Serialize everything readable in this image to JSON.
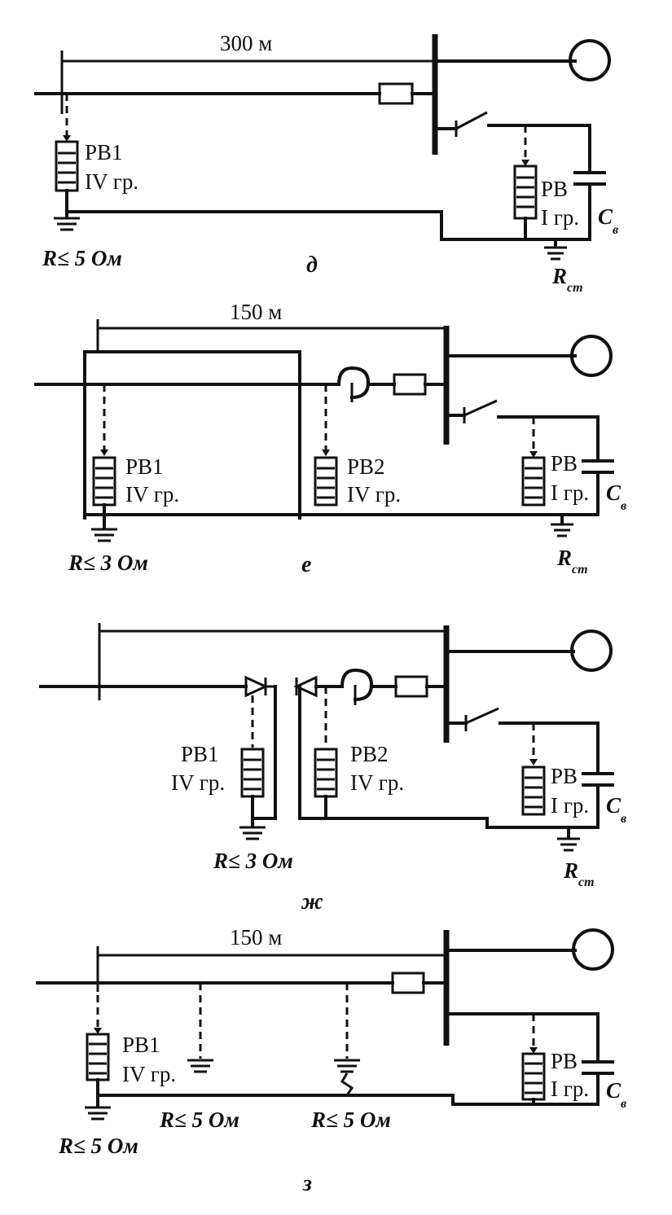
{
  "panels": [
    {
      "id": "d",
      "letter": "д",
      "distance": "300 м",
      "arresters": [
        {
          "name": "РВ1",
          "group": "IV гр.",
          "r": "R≤ 5 Ом"
        }
      ],
      "station_arrester": {
        "name": "РВ",
        "group": "I гр."
      },
      "capacitor": "C",
      "capacitor_sub": "в",
      "station_ground": "R",
      "station_ground_sub": "ст"
    },
    {
      "id": "e",
      "letter": "е",
      "distance": "150 м",
      "arresters": [
        {
          "name": "РВ1",
          "group": "IV гр.",
          "r": "R≤ 3 Ом"
        },
        {
          "name": "РВ2",
          "group": "IV гр."
        }
      ],
      "station_arrester": {
        "name": "РВ",
        "group": "I гр."
      },
      "capacitor": "C",
      "capacitor_sub": "в",
      "station_ground": "R",
      "station_ground_sub": "ст"
    },
    {
      "id": "zh",
      "letter": "ж",
      "arresters": [
        {
          "name": "РВ1",
          "group": "IV гр.",
          "r": "R≤ 3 Ом"
        },
        {
          "name": "РВ2",
          "group": "IV гр."
        }
      ],
      "station_arrester": {
        "name": "РВ",
        "group": "I гр."
      },
      "capacitor": "C",
      "capacitor_sub": "в",
      "station_ground": "R",
      "station_ground_sub": "ст"
    },
    {
      "id": "z",
      "letter": "з",
      "distance": "150 м",
      "arresters": [
        {
          "name": "РВ1",
          "group": "IV гр.",
          "r": "R≤ 5 Ом"
        }
      ],
      "extra_grounds": [
        "R≤ 5 Ом",
        "R≤ 5 Ом"
      ],
      "station_arrester": {
        "name": "РВ",
        "group": "I гр."
      },
      "capacitor": "C",
      "capacitor_sub": "в"
    }
  ]
}
